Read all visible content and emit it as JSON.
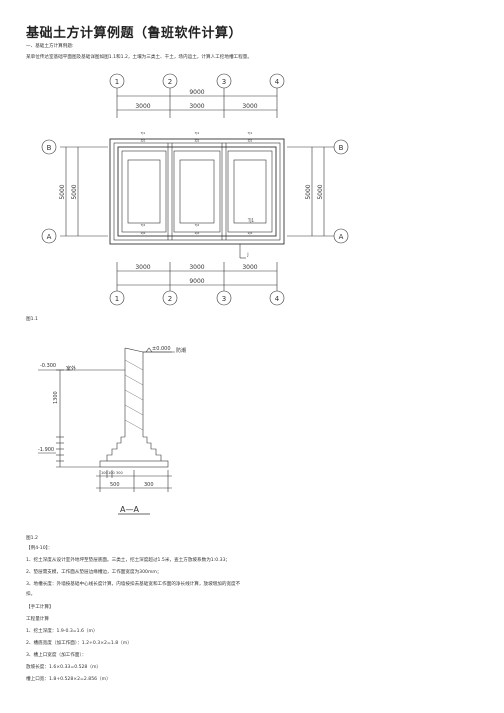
{
  "doc": {
    "title": "基础土方计算例题（鲁班软件计算）",
    "section1": "一、基础土方计算例题:",
    "intro": "某单位传达室基础平面图及基础详图如图1.1和1.2，土壤为三类土、干土，场内运土，计算人工挖地槽工程量。",
    "fig1_caption": "图1.1",
    "fig2_caption": "图1.2",
    "analysis_head": "【例4-10】：",
    "line1": "1、挖土深度从设计室外地坪至垫层底面。三类土，挖土深度超过1.5米，查土方放坡系数为1:0.33；",
    "line2": "2、垫层需支模，工作面从垫层边缘槽边，工作面宽度为300mm；",
    "line3": "3、地槽长度：外墙按基础中心线长度计算，内墙按扣去基础宽和工作面的净长线计算，放坡增加的宽度不",
    "line3b": "扣。",
    "manual_head": "【手工计算】",
    "calc_head": "工程量计算",
    "calc1": "1、挖土深度：1.9-0.3=1.6（m）",
    "calc2": "2、槽底宽度（加工作面）：1.2+0.3×2=1.8（m）",
    "calc3": "3、槽上口宽度（加工作面）：",
    "calc4": "放坡长度：1.6×0.33=0.528（m）",
    "calc5": "槽上口宽：1.8+0.528×2=2.856（m）"
  },
  "plan": {
    "axes_top": [
      "1",
      "2",
      "3",
      "4"
    ],
    "axes_bottom": [
      "1",
      "2",
      "3",
      "4"
    ],
    "axes_side": [
      "B",
      "A"
    ],
    "dim_total": "9000",
    "dim_spans": [
      "3000",
      "3000",
      "3000"
    ],
    "dim_side": "5000",
    "labels": {
      "tj1": "TJ1",
      "zj1": "ZJ1",
      "tj2": "TJ2",
      "zj2": "ZJ2",
      "j": "J"
    }
  },
  "section": {
    "elev_top": "±0.000",
    "elev_left": "-0.300",
    "elev_bottom": "-1.900",
    "dim_height": "1300",
    "dim_base": [
      "100",
      "100",
      "300"
    ],
    "dim_bottom": [
      "500",
      "300"
    ],
    "label_right": "防潮",
    "label_left": "室外",
    "section_name": "A—A"
  },
  "colors": {
    "ink": "#222222",
    "text": "#333333",
    "grid": "#444444"
  }
}
